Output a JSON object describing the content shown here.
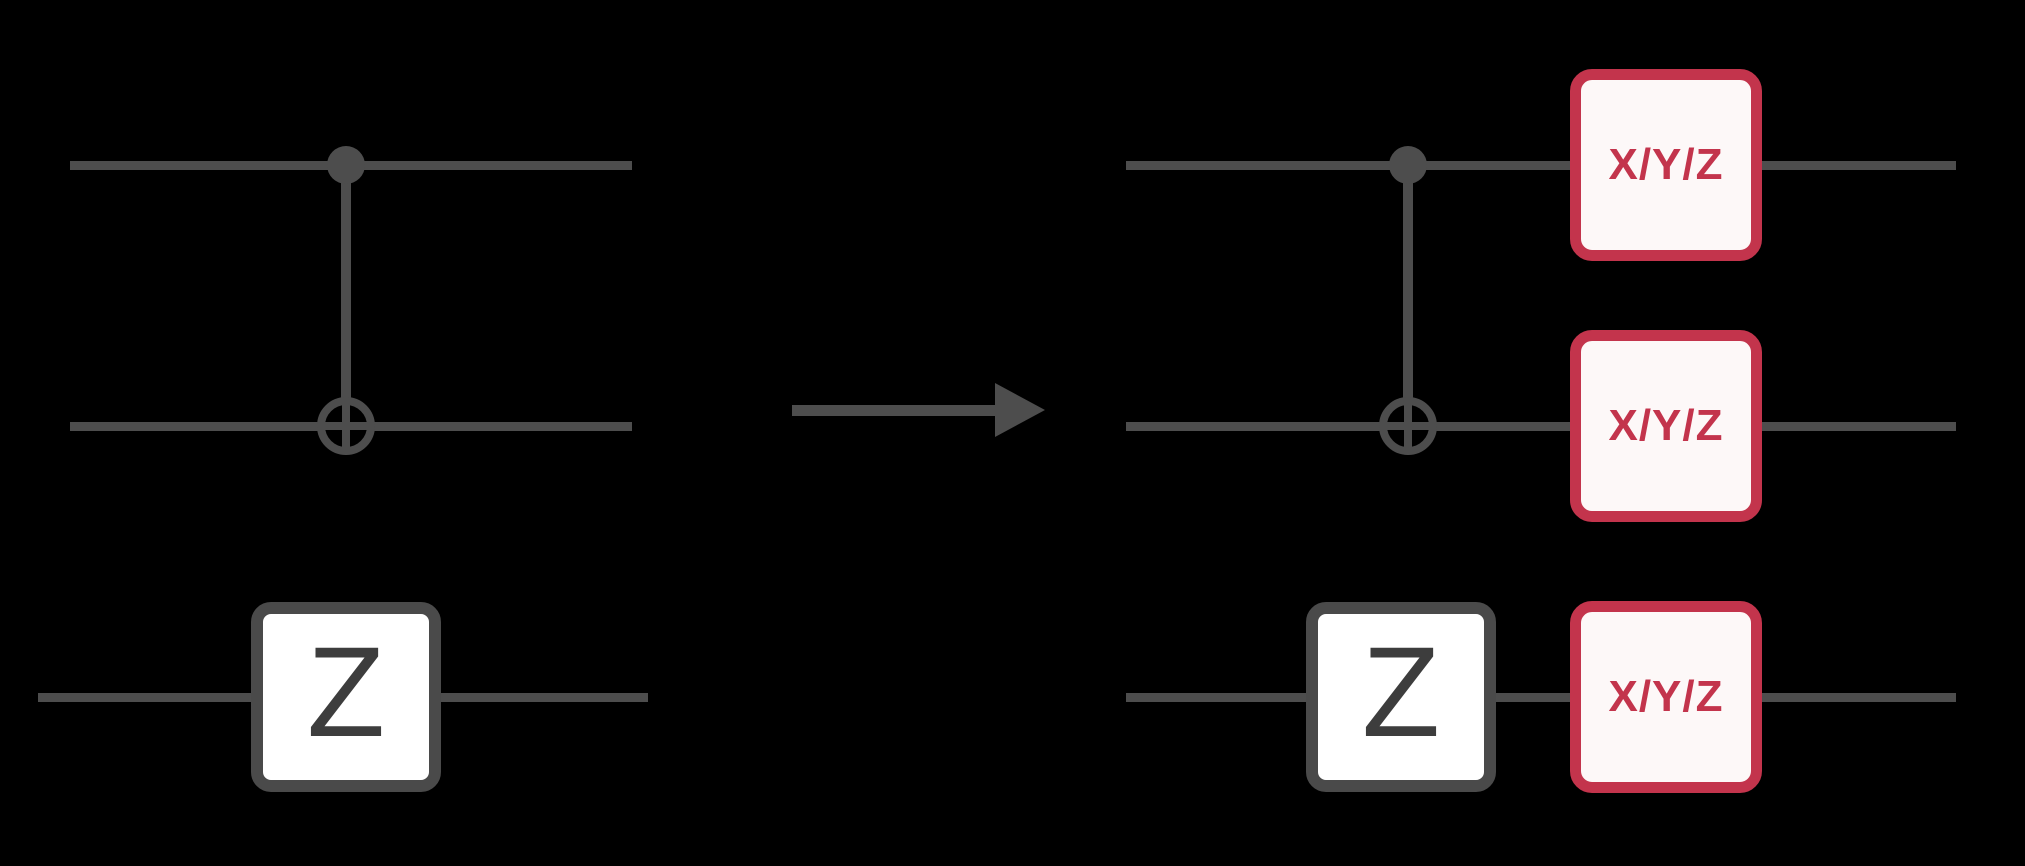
{
  "colors": {
    "background": "#000000",
    "wire": "#4d4d4d",
    "gate-border": "#4a4a4a",
    "gate-fill": "#ffffff",
    "gate-text": "#3d3d3d",
    "noise": "#c3344c",
    "noise-fill": "#fdf8f8"
  },
  "diagram": {
    "description": "Quantum circuit transformation: CNOT gate and Z gate followed by inserted Pauli noise channels",
    "arrow_direction": "right"
  },
  "left_circuit": {
    "z_gate_label": "Z"
  },
  "right_circuit": {
    "z_gate_label": "Z",
    "noise_label_q1": "X/Y/Z",
    "noise_label_q2": "X/Y/Z",
    "noise_label_q3": "X/Y/Z"
  }
}
